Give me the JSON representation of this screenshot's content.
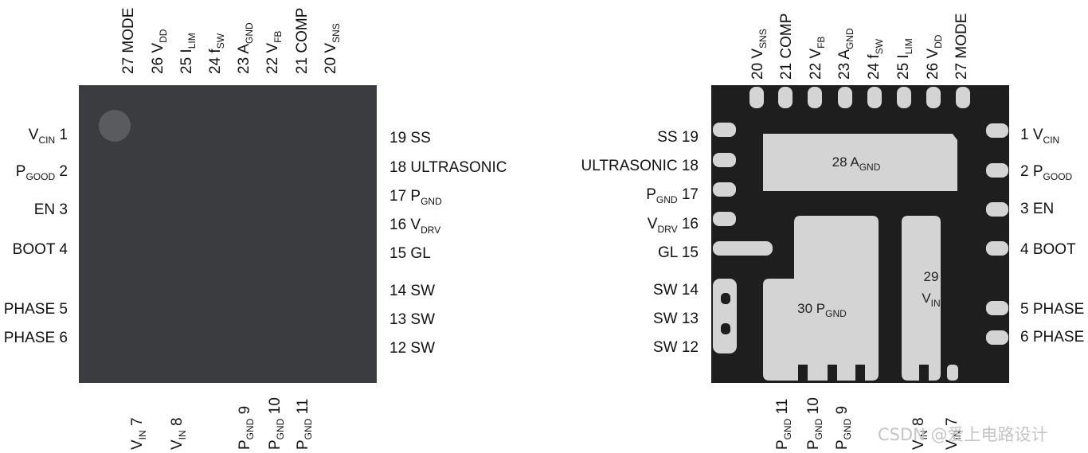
{
  "colors": {
    "package_top": "#3b3c3f",
    "package_bottom": "#1e1e1e",
    "pad": "#d4d4d4",
    "pin1_dot": "#5a5b5e"
  },
  "top_view": {
    "top_pins": [
      {
        "num": "27",
        "name": "MODE",
        "sub": ""
      },
      {
        "num": "26",
        "name": "V",
        "sub": "DD"
      },
      {
        "num": "25",
        "name": "I",
        "sub": "LIM"
      },
      {
        "num": "24",
        "name": "f",
        "sub": "SW"
      },
      {
        "num": "23",
        "name": "A",
        "sub": "GND"
      },
      {
        "num": "22",
        "name": "V",
        "sub": "FB"
      },
      {
        "num": "21",
        "name": "COMP",
        "sub": ""
      },
      {
        "num": "20",
        "name": "V",
        "sub": "SNS"
      }
    ],
    "left_pins": [
      {
        "num": "1",
        "name": "V",
        "sub": "CIN"
      },
      {
        "num": "2",
        "name": "P",
        "sub": "GOOD"
      },
      {
        "num": "3",
        "name": "EN",
        "sub": ""
      },
      {
        "num": "4",
        "name": "BOOT",
        "sub": ""
      },
      {
        "num": "5",
        "name": "PHASE",
        "sub": ""
      },
      {
        "num": "6",
        "name": "PHASE",
        "sub": ""
      }
    ],
    "right_pins": [
      {
        "num": "19",
        "name": "SS",
        "sub": ""
      },
      {
        "num": "18",
        "name": "ULTRASONIC",
        "sub": ""
      },
      {
        "num": "17",
        "name": "P",
        "sub": "GND"
      },
      {
        "num": "16",
        "name": "V",
        "sub": "DRV"
      },
      {
        "num": "15",
        "name": "GL",
        "sub": ""
      },
      {
        "num": "14",
        "name": "SW",
        "sub": ""
      },
      {
        "num": "13",
        "name": "SW",
        "sub": ""
      },
      {
        "num": "12",
        "name": "SW",
        "sub": ""
      }
    ],
    "bottom_pins": [
      {
        "num": "7",
        "name": "V",
        "sub": "IN"
      },
      {
        "num": "8",
        "name": "V",
        "sub": "IN"
      },
      {
        "num": "9",
        "name": "P",
        "sub": "GND"
      },
      {
        "num": "10",
        "name": "P",
        "sub": "GND"
      },
      {
        "num": "11",
        "name": "P",
        "sub": "GND"
      }
    ]
  },
  "bottom_view": {
    "top_pins": [
      {
        "num": "20",
        "name": "V",
        "sub": "SNS"
      },
      {
        "num": "21",
        "name": "COMP",
        "sub": ""
      },
      {
        "num": "22",
        "name": "V",
        "sub": "FB"
      },
      {
        "num": "23",
        "name": "A",
        "sub": "GND"
      },
      {
        "num": "24",
        "name": "f",
        "sub": "SW"
      },
      {
        "num": "25",
        "name": "I",
        "sub": "LIM"
      },
      {
        "num": "26",
        "name": "V",
        "sub": "DD"
      },
      {
        "num": "27",
        "name": "MODE",
        "sub": ""
      }
    ],
    "left_pins": [
      {
        "num": "19",
        "name": "SS",
        "sub": ""
      },
      {
        "num": "18",
        "name": "ULTRASONIC",
        "sub": ""
      },
      {
        "num": "17",
        "name": "P",
        "sub": "GND"
      },
      {
        "num": "16",
        "name": "V",
        "sub": "DRV"
      },
      {
        "num": "15",
        "name": "GL",
        "sub": ""
      },
      {
        "num": "14",
        "name": "SW",
        "sub": ""
      },
      {
        "num": "13",
        "name": "SW",
        "sub": ""
      },
      {
        "num": "12",
        "name": "SW",
        "sub": ""
      }
    ],
    "right_pins": [
      {
        "num": "1",
        "name": "V",
        "sub": "CIN"
      },
      {
        "num": "2",
        "name": "P",
        "sub": "GOOD"
      },
      {
        "num": "3",
        "name": "EN",
        "sub": ""
      },
      {
        "num": "4",
        "name": "BOOT",
        "sub": ""
      },
      {
        "num": "5",
        "name": "PHASE",
        "sub": ""
      },
      {
        "num": "6",
        "name": "PHASE",
        "sub": ""
      }
    ],
    "bottom_pins": [
      {
        "num": "11",
        "name": "P",
        "sub": "GND"
      },
      {
        "num": "10",
        "name": "P",
        "sub": "GND"
      },
      {
        "num": "9",
        "name": "P",
        "sub": "GND"
      },
      {
        "num": "8",
        "name": "V",
        "sub": "IN"
      },
      {
        "num": "7",
        "name": "V",
        "sub": "IN"
      }
    ],
    "pads": [
      {
        "num": "28",
        "name": "A",
        "sub": "GND"
      },
      {
        "num": "29",
        "name": "V",
        "sub": "IN"
      },
      {
        "num": "30",
        "name": "P",
        "sub": "GND"
      }
    ]
  },
  "watermark": "CSDN @爱上电路设计"
}
